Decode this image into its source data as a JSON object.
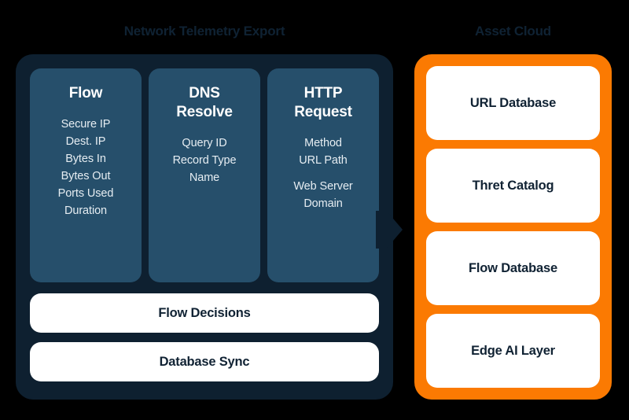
{
  "diagram": {
    "background_color": "#000000",
    "left_panel": {
      "title": "Network Telemetry Export",
      "panel_color": "#0E2030",
      "card_color": "#264F6B",
      "cards": [
        {
          "title_lines": [
            "Flow"
          ],
          "fields": [
            {
              "label": "Secure IP",
              "gap_before": false
            },
            {
              "label": "Dest. IP",
              "gap_before": false
            },
            {
              "label": "Bytes In",
              "gap_before": false
            },
            {
              "label": "Bytes Out",
              "gap_before": false
            },
            {
              "label": "Ports Used",
              "gap_before": false
            },
            {
              "label": "Duration",
              "gap_before": false
            }
          ]
        },
        {
          "title_lines": [
            "DNS",
            "Resolve"
          ],
          "fields": [
            {
              "label": "Query ID",
              "gap_before": false
            },
            {
              "label": "Record Type",
              "gap_before": false
            },
            {
              "label": "Name",
              "gap_before": false
            }
          ]
        },
        {
          "title_lines": [
            "HTTP",
            "Request"
          ],
          "fields": [
            {
              "label": "Method",
              "gap_before": false
            },
            {
              "label": "URL Path",
              "gap_before": false
            },
            {
              "label": "Web Server",
              "gap_before": true
            },
            {
              "label": "Domain",
              "gap_before": false
            }
          ]
        }
      ],
      "bars": [
        {
          "label": "Flow Decisions"
        },
        {
          "label": "Database Sync"
        }
      ]
    },
    "right_panel": {
      "title": "Asset Cloud",
      "panel_color": "#FB7A02",
      "card_color": "#FFFFFF",
      "cards": [
        {
          "label": "URL Database"
        },
        {
          "label": "Thret Catalog"
        },
        {
          "label": "Flow Database"
        },
        {
          "label": "Edge AI Layer"
        }
      ]
    },
    "connector": {
      "name": "arrow-right",
      "from": "Network Telemetry Export",
      "to": "Asset Cloud"
    }
  }
}
